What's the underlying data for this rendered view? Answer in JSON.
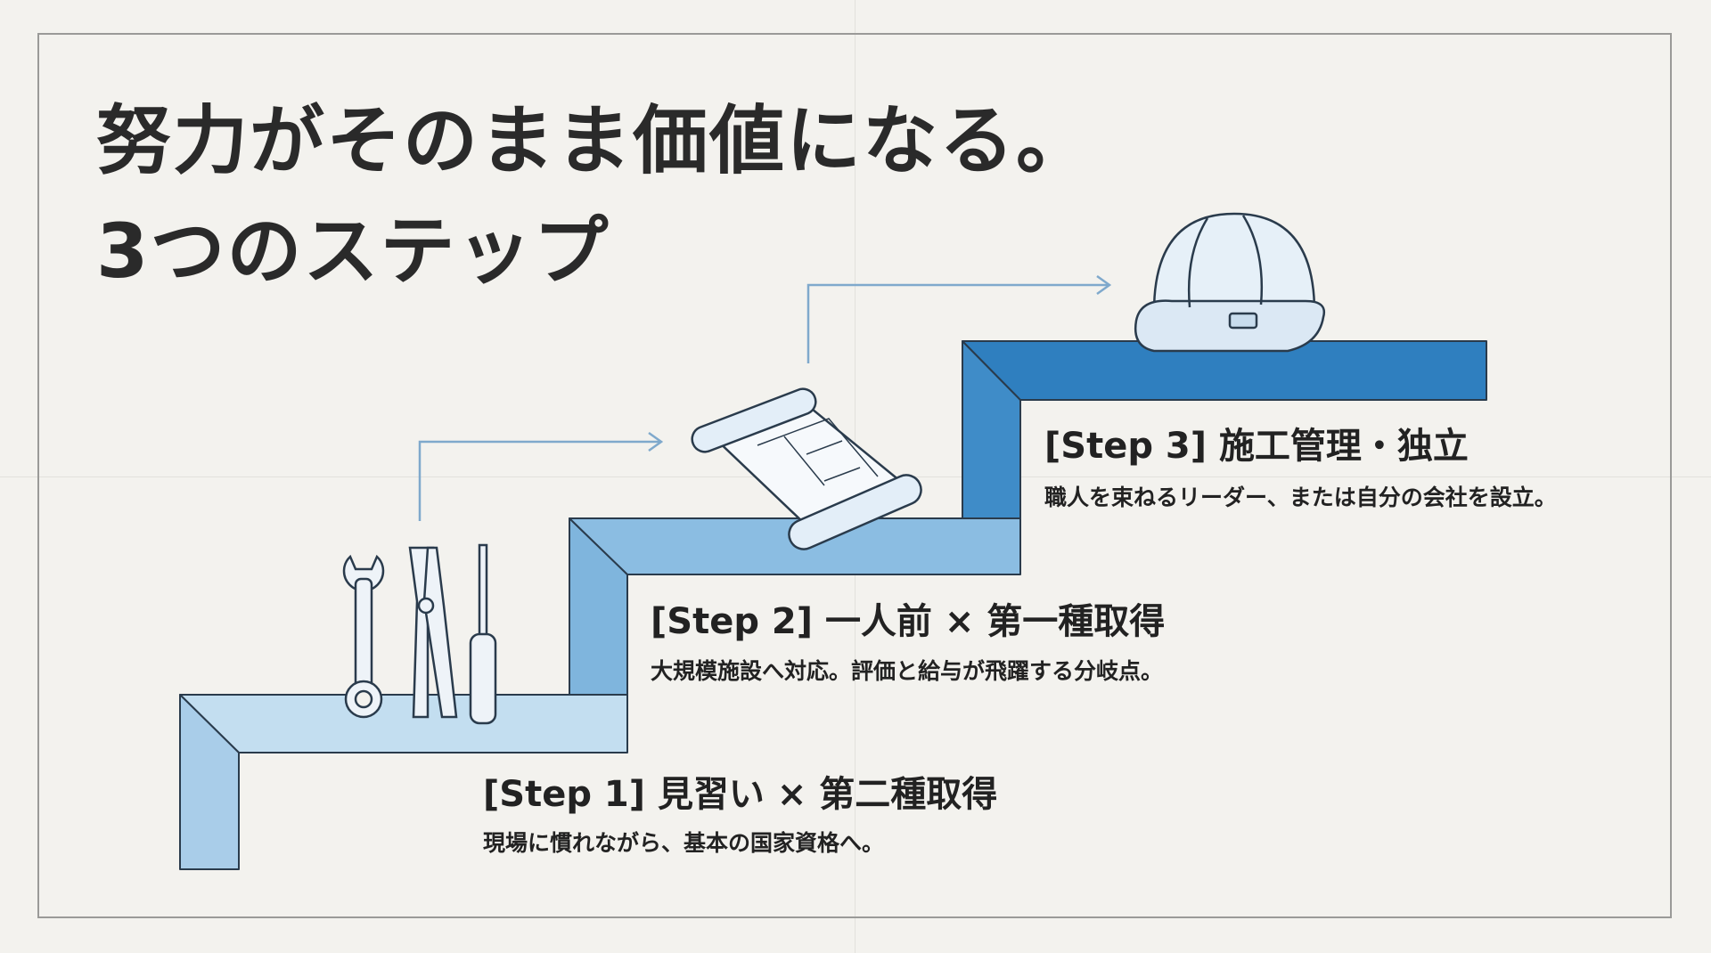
{
  "title": {
    "line1": "努力がそのまま価値になる。",
    "line2": "3つのステップ"
  },
  "steps": [
    {
      "title": "[Step 1] 見習い × 第二種取得",
      "description": "現場に慣れながら、基本の国家資格へ。",
      "icon": "tools-icon"
    },
    {
      "title": "[Step 2] 一人前 × 第一種取得",
      "description": "大規模施設へ対応。評価と給与が飛躍する分岐点。",
      "icon": "blueprint-icon"
    },
    {
      "title": "[Step 3] 施工管理・独立",
      "description": "職人を束ねるリーダー、または自分の会社を設立。",
      "icon": "hard-hat-icon"
    }
  ],
  "colors": {
    "step1": "#c3def0",
    "step2": "#7fb5dd",
    "step3": "#2f7fbf",
    "arrow": "#7fa9cc",
    "outline": "#2a3b4c"
  }
}
